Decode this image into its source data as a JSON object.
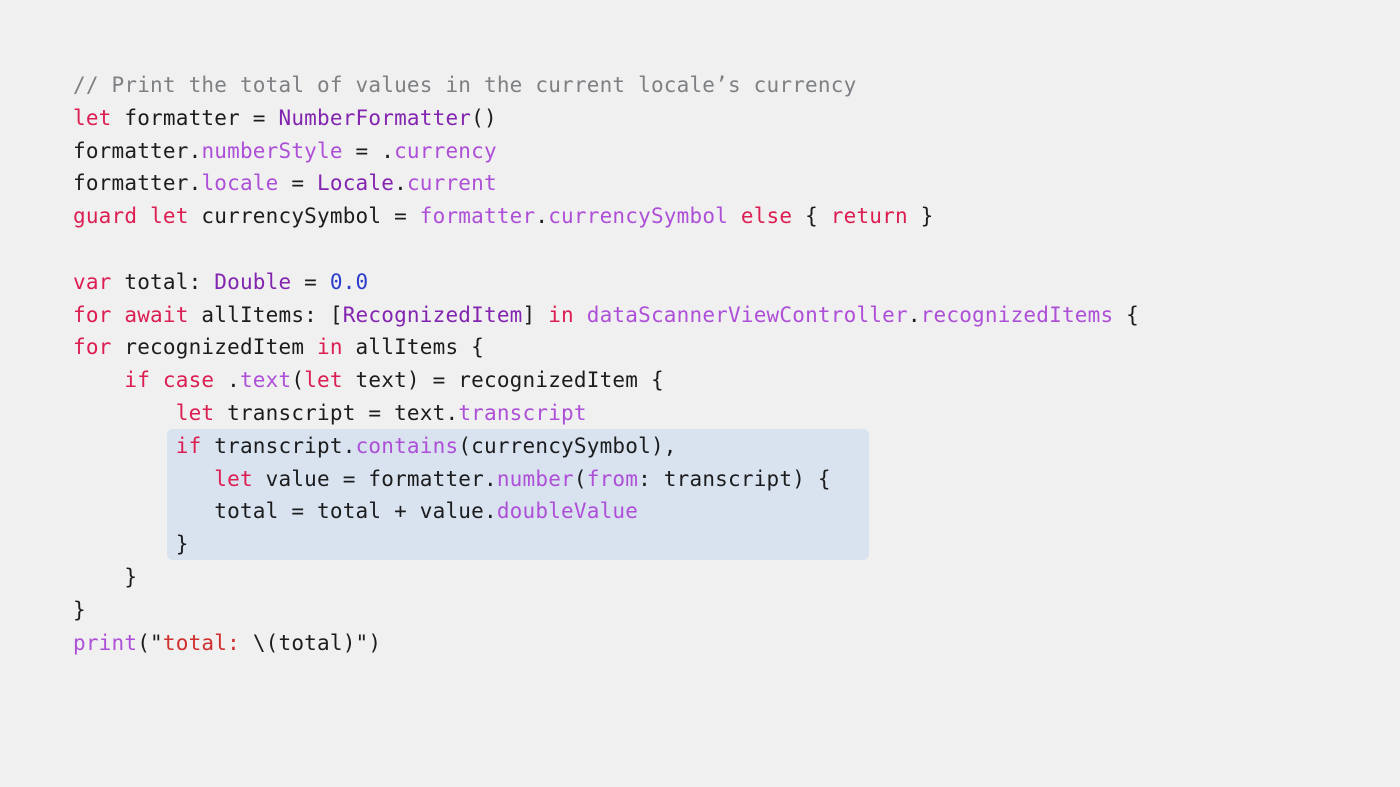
{
  "code": {
    "lines": [
      {
        "indent": "",
        "tokens": [
          {
            "t": "// Print the total of values in the current locale’s currency",
            "c": "comment"
          }
        ]
      },
      {
        "indent": "",
        "tokens": [
          {
            "t": "let",
            "c": "keyword"
          },
          {
            "t": " formatter = ",
            "c": "plain"
          },
          {
            "t": "NumberFormatter",
            "c": "type"
          },
          {
            "t": "()",
            "c": "plain"
          }
        ]
      },
      {
        "indent": "",
        "tokens": [
          {
            "t": "formatter.",
            "c": "plain"
          },
          {
            "t": "numberStyle",
            "c": "member"
          },
          {
            "t": " = .",
            "c": "plain"
          },
          {
            "t": "currency",
            "c": "member"
          }
        ]
      },
      {
        "indent": "",
        "tokens": [
          {
            "t": "formatter.",
            "c": "plain"
          },
          {
            "t": "locale",
            "c": "member"
          },
          {
            "t": " = ",
            "c": "plain"
          },
          {
            "t": "Locale",
            "c": "type"
          },
          {
            "t": ".",
            "c": "plain"
          },
          {
            "t": "current",
            "c": "member"
          }
        ]
      },
      {
        "indent": "",
        "tokens": [
          {
            "t": "guard",
            "c": "keyword"
          },
          {
            "t": " ",
            "c": "plain"
          },
          {
            "t": "let",
            "c": "keyword"
          },
          {
            "t": " currencySymbol = ",
            "c": "plain"
          },
          {
            "t": "formatter",
            "c": "member"
          },
          {
            "t": ".",
            "c": "plain"
          },
          {
            "t": "currencySymbol",
            "c": "member"
          },
          {
            "t": " ",
            "c": "plain"
          },
          {
            "t": "else",
            "c": "keyword"
          },
          {
            "t": " { ",
            "c": "plain"
          },
          {
            "t": "return",
            "c": "keyword"
          },
          {
            "t": " }",
            "c": "plain"
          }
        ]
      },
      {
        "indent": "",
        "tokens": []
      },
      {
        "indent": "",
        "tokens": [
          {
            "t": "var",
            "c": "keyword"
          },
          {
            "t": " total: ",
            "c": "plain"
          },
          {
            "t": "Double",
            "c": "type"
          },
          {
            "t": " = ",
            "c": "plain"
          },
          {
            "t": "0.0",
            "c": "number"
          }
        ]
      },
      {
        "indent": "",
        "tokens": [
          {
            "t": "for",
            "c": "keyword"
          },
          {
            "t": " ",
            "c": "plain"
          },
          {
            "t": "await",
            "c": "keyword"
          },
          {
            "t": " allItems: [",
            "c": "plain"
          },
          {
            "t": "RecognizedItem",
            "c": "type"
          },
          {
            "t": "] ",
            "c": "plain"
          },
          {
            "t": "in",
            "c": "keyword"
          },
          {
            "t": " ",
            "c": "plain"
          },
          {
            "t": "dataScannerViewController",
            "c": "member"
          },
          {
            "t": ".",
            "c": "plain"
          },
          {
            "t": "recognizedItems",
            "c": "member"
          },
          {
            "t": " {",
            "c": "plain"
          }
        ]
      },
      {
        "indent": "",
        "tokens": [
          {
            "t": "for",
            "c": "keyword"
          },
          {
            "t": " recognizedItem ",
            "c": "plain"
          },
          {
            "t": "in",
            "c": "keyword"
          },
          {
            "t": " allItems {",
            "c": "plain"
          }
        ]
      },
      {
        "indent": "    ",
        "tokens": [
          {
            "t": "if",
            "c": "keyword"
          },
          {
            "t": " ",
            "c": "plain"
          },
          {
            "t": "case",
            "c": "keyword"
          },
          {
            "t": " .",
            "c": "plain"
          },
          {
            "t": "text",
            "c": "member"
          },
          {
            "t": "(",
            "c": "plain"
          },
          {
            "t": "let",
            "c": "keyword"
          },
          {
            "t": " text) = recognizedItem {",
            "c": "plain"
          }
        ]
      },
      {
        "indent": "        ",
        "tokens": [
          {
            "t": "let",
            "c": "keyword"
          },
          {
            "t": " transcript = text.",
            "c": "plain"
          },
          {
            "t": "transcript",
            "c": "member"
          }
        ]
      },
      {
        "indent": "        ",
        "tokens": [
          {
            "t": "if",
            "c": "keyword"
          },
          {
            "t": " transcript.",
            "c": "plain"
          },
          {
            "t": "contains",
            "c": "member"
          },
          {
            "t": "(currencySymbol),",
            "c": "plain"
          }
        ]
      },
      {
        "indent": "           ",
        "tokens": [
          {
            "t": "let",
            "c": "keyword"
          },
          {
            "t": " value = formatter.",
            "c": "plain"
          },
          {
            "t": "number",
            "c": "member"
          },
          {
            "t": "(",
            "c": "plain"
          },
          {
            "t": "from",
            "c": "member"
          },
          {
            "t": ": transcript) {",
            "c": "plain"
          }
        ]
      },
      {
        "indent": "           ",
        "tokens": [
          {
            "t": "total = total + value.",
            "c": "plain"
          },
          {
            "t": "doubleValue",
            "c": "member"
          }
        ]
      },
      {
        "indent": "        ",
        "tokens": [
          {
            "t": "}",
            "c": "plain"
          }
        ]
      },
      {
        "indent": "    ",
        "tokens": [
          {
            "t": "}",
            "c": "plain"
          }
        ]
      },
      {
        "indent": "",
        "tokens": [
          {
            "t": "}",
            "c": "plain"
          }
        ]
      },
      {
        "indent": "",
        "tokens": [
          {
            "t": "print",
            "c": "member"
          },
          {
            "t": "(\"",
            "c": "plain"
          },
          {
            "t": "total: ",
            "c": "string"
          },
          {
            "t": "\\(total)\")",
            "c": "plain"
          }
        ]
      }
    ]
  }
}
